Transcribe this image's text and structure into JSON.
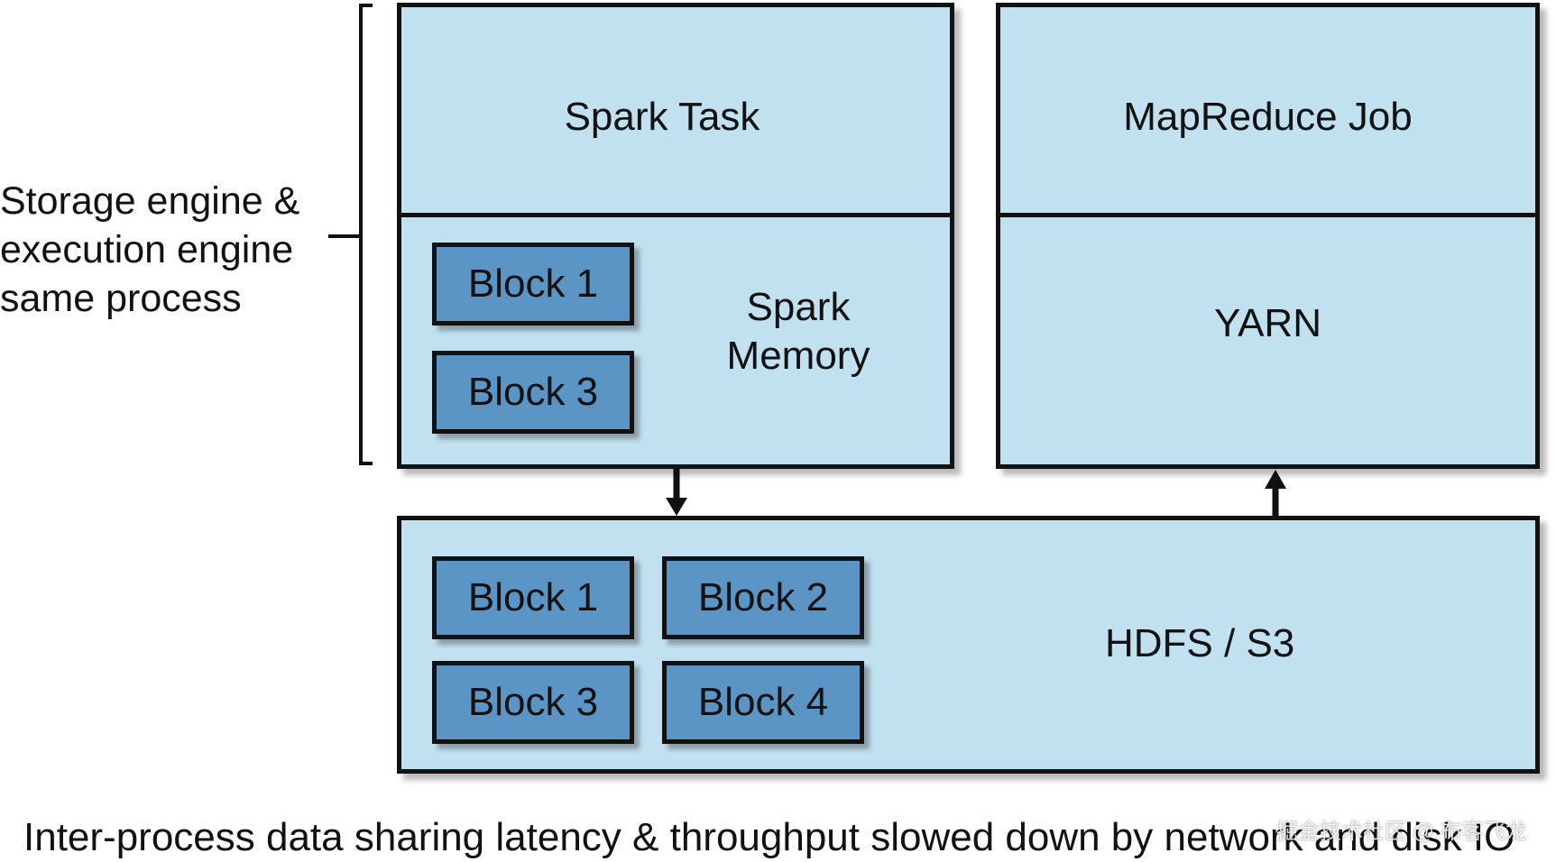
{
  "side_label": {
    "lines": [
      "Storage engine &",
      "execution engine",
      "same process"
    ]
  },
  "spark": {
    "task_label": "Spark Task",
    "memory_label_line1": "Spark",
    "memory_label_line2": "Memory",
    "blocks": [
      "Block 1",
      "Block 3"
    ]
  },
  "mapreduce": {
    "job_label": "MapReduce Job",
    "yarn_label": "YARN"
  },
  "storage": {
    "label": "HDFS / S3",
    "blocks": [
      "Block 1",
      "Block 2",
      "Block 3",
      "Block 4"
    ]
  },
  "footer": "Inter-process data sharing latency & throughput slowed down by network and disk IO",
  "watermark": "掘金技术社区 @ 布客飞龙",
  "colors": {
    "box_fill": "#c2e1f0",
    "block_fill": "#5b95c6",
    "border": "#111111"
  }
}
